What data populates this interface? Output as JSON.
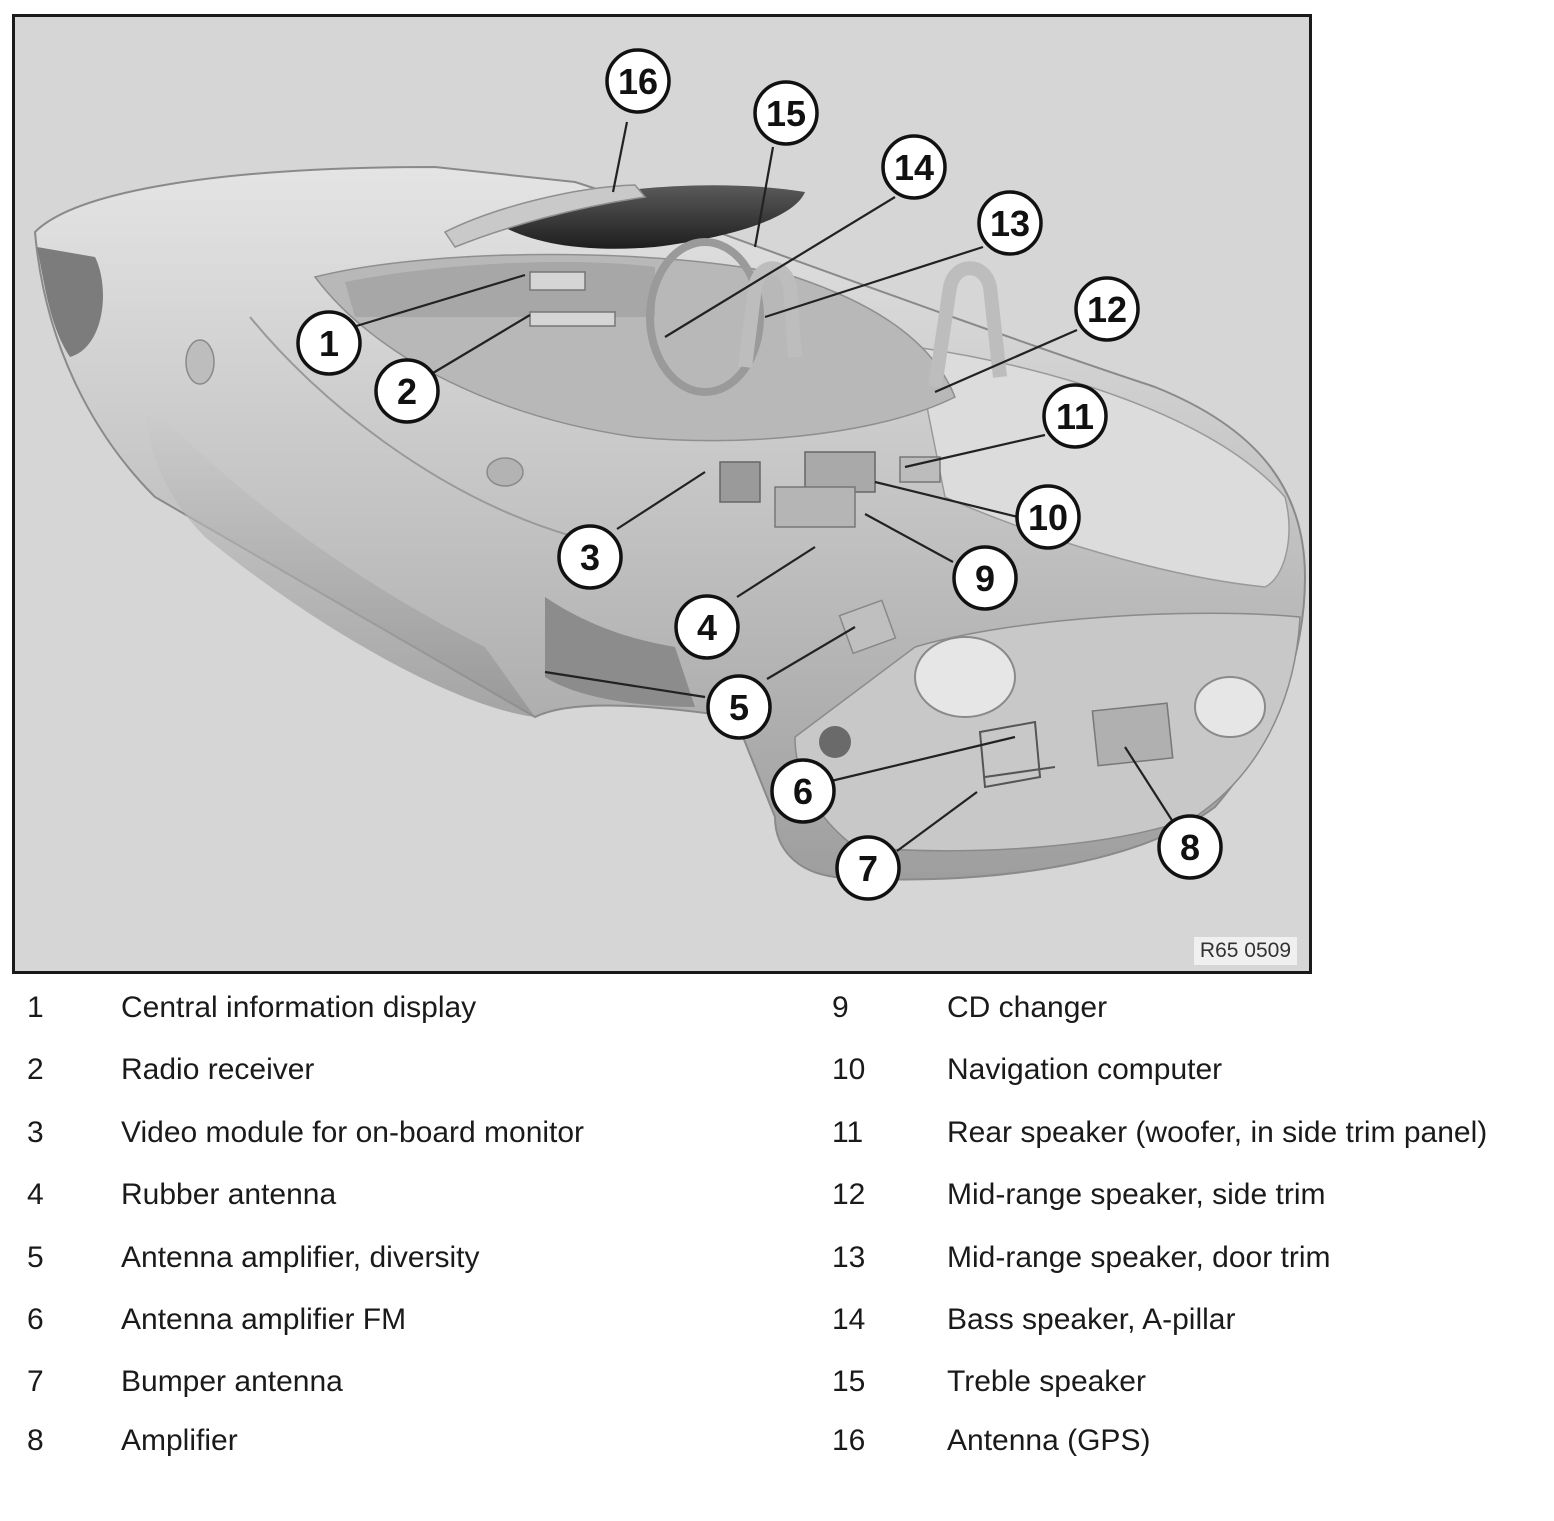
{
  "figure_code": "R65 0509",
  "components": [
    {
      "num": "1",
      "label": "Central information display"
    },
    {
      "num": "2",
      "label": "Radio receiver"
    },
    {
      "num": "3",
      "label": "Video module for on-board monitor"
    },
    {
      "num": "4",
      "label": "Rubber antenna"
    },
    {
      "num": "5",
      "label": "Antenna amplifier, diversity"
    },
    {
      "num": "6",
      "label": "Antenna amplifier FM"
    },
    {
      "num": "7",
      "label": "Bumper antenna"
    },
    {
      "num": "8",
      "label": "Amplifier"
    },
    {
      "num": "9",
      "label": "CD changer"
    },
    {
      "num": "10",
      "label": "Navigation computer"
    },
    {
      "num": "11",
      "label": "Rear speaker (woofer, in side trim panel)"
    },
    {
      "num": "12",
      "label": "Mid-range speaker, side trim"
    },
    {
      "num": "13",
      "label": "Mid-range speaker, door trim"
    },
    {
      "num": "14",
      "label": "Bass speaker, A-pillar"
    },
    {
      "num": "15",
      "label": "Treble speaker"
    },
    {
      "num": "16",
      "label": "Antenna (GPS)"
    }
  ]
}
